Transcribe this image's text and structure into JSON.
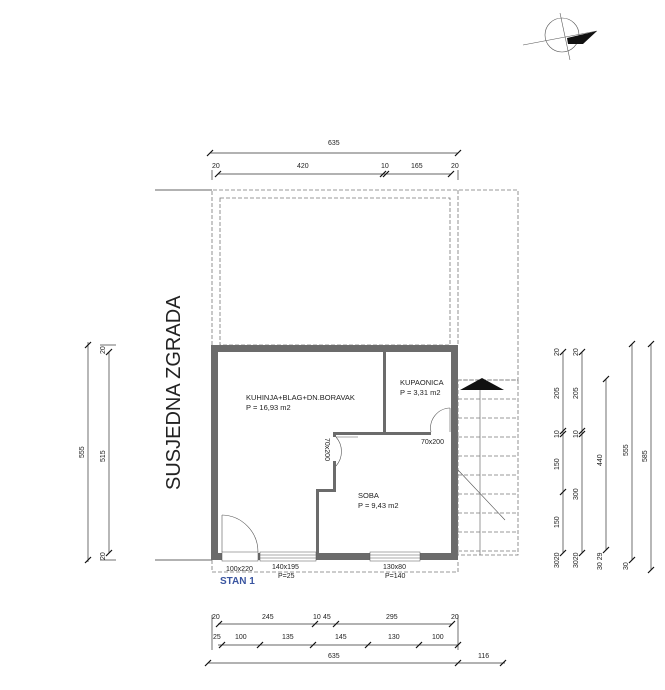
{
  "neighbor_label": "SUSJEDNA ZGRADA",
  "unit_label": "STAN 1",
  "rooms": [
    {
      "name": "KUHINJA+BLAG+DN.BORAVAK",
      "area": "P = 16,93 m2"
    },
    {
      "name": "KUPAONICA",
      "area": "P = 3,31 m2"
    },
    {
      "name": "SOBA",
      "area": "P = 9,43 m2"
    }
  ],
  "openings": {
    "door_bath": "70x200",
    "door_room": "70x200",
    "entry_door": "100x220",
    "window_left": "140x195",
    "window_left_sill": "P=25",
    "window_right": "130x80",
    "window_right_sill": "P=140"
  },
  "dims": {
    "top_total": "635",
    "top": [
      "20",
      "420",
      "10",
      "165",
      "20"
    ],
    "bottom_row1": [
      "20",
      "245",
      "10",
      "45",
      "295",
      "20"
    ],
    "bottom_row2": [
      "25",
      "100",
      "135",
      "145",
      "130",
      "100"
    ],
    "bottom_total": "635",
    "bottom_ext": "116",
    "left_total": "555",
    "left": [
      "20",
      "515",
      "20"
    ],
    "right1": [
      "20",
      "205",
      "10",
      "150",
      "150",
      "3020"
    ],
    "right2": [
      "20",
      "205",
      "10",
      "300",
      "3020"
    ],
    "right3": [
      "440",
      "30 29"
    ],
    "right4": [
      "555",
      "30"
    ],
    "right5": [
      "585"
    ]
  },
  "colors": {
    "wall": "#6b6b6b",
    "unit_label": "#3a55a0"
  }
}
